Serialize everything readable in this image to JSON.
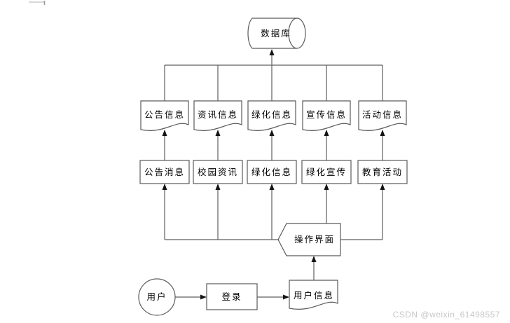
{
  "watermark": "CSDN @weixin_61498557",
  "colors": {
    "line": "#5b5b5b",
    "arrowhead": "#141414",
    "label_text": "#000000",
    "watermark_text": "#c8c8c8",
    "background": "#ffffff"
  },
  "diagram": {
    "database": {
      "label": "数据库"
    },
    "data_stores": [
      {
        "label": "公告信息"
      },
      {
        "label": "资讯信息"
      },
      {
        "label": "绿化信息"
      },
      {
        "label": "宣传信息"
      },
      {
        "label": "活动信息"
      }
    ],
    "modules": [
      {
        "label": "公告消息"
      },
      {
        "label": "校园资讯"
      },
      {
        "label": "绿化信息"
      },
      {
        "label": "绿化宣传"
      },
      {
        "label": "教育活动"
      }
    ],
    "interface": {
      "label": "操作界面"
    },
    "user": {
      "label": "用户"
    },
    "login": {
      "label": "登录"
    },
    "user_info": {
      "label": "用户信息"
    }
  }
}
